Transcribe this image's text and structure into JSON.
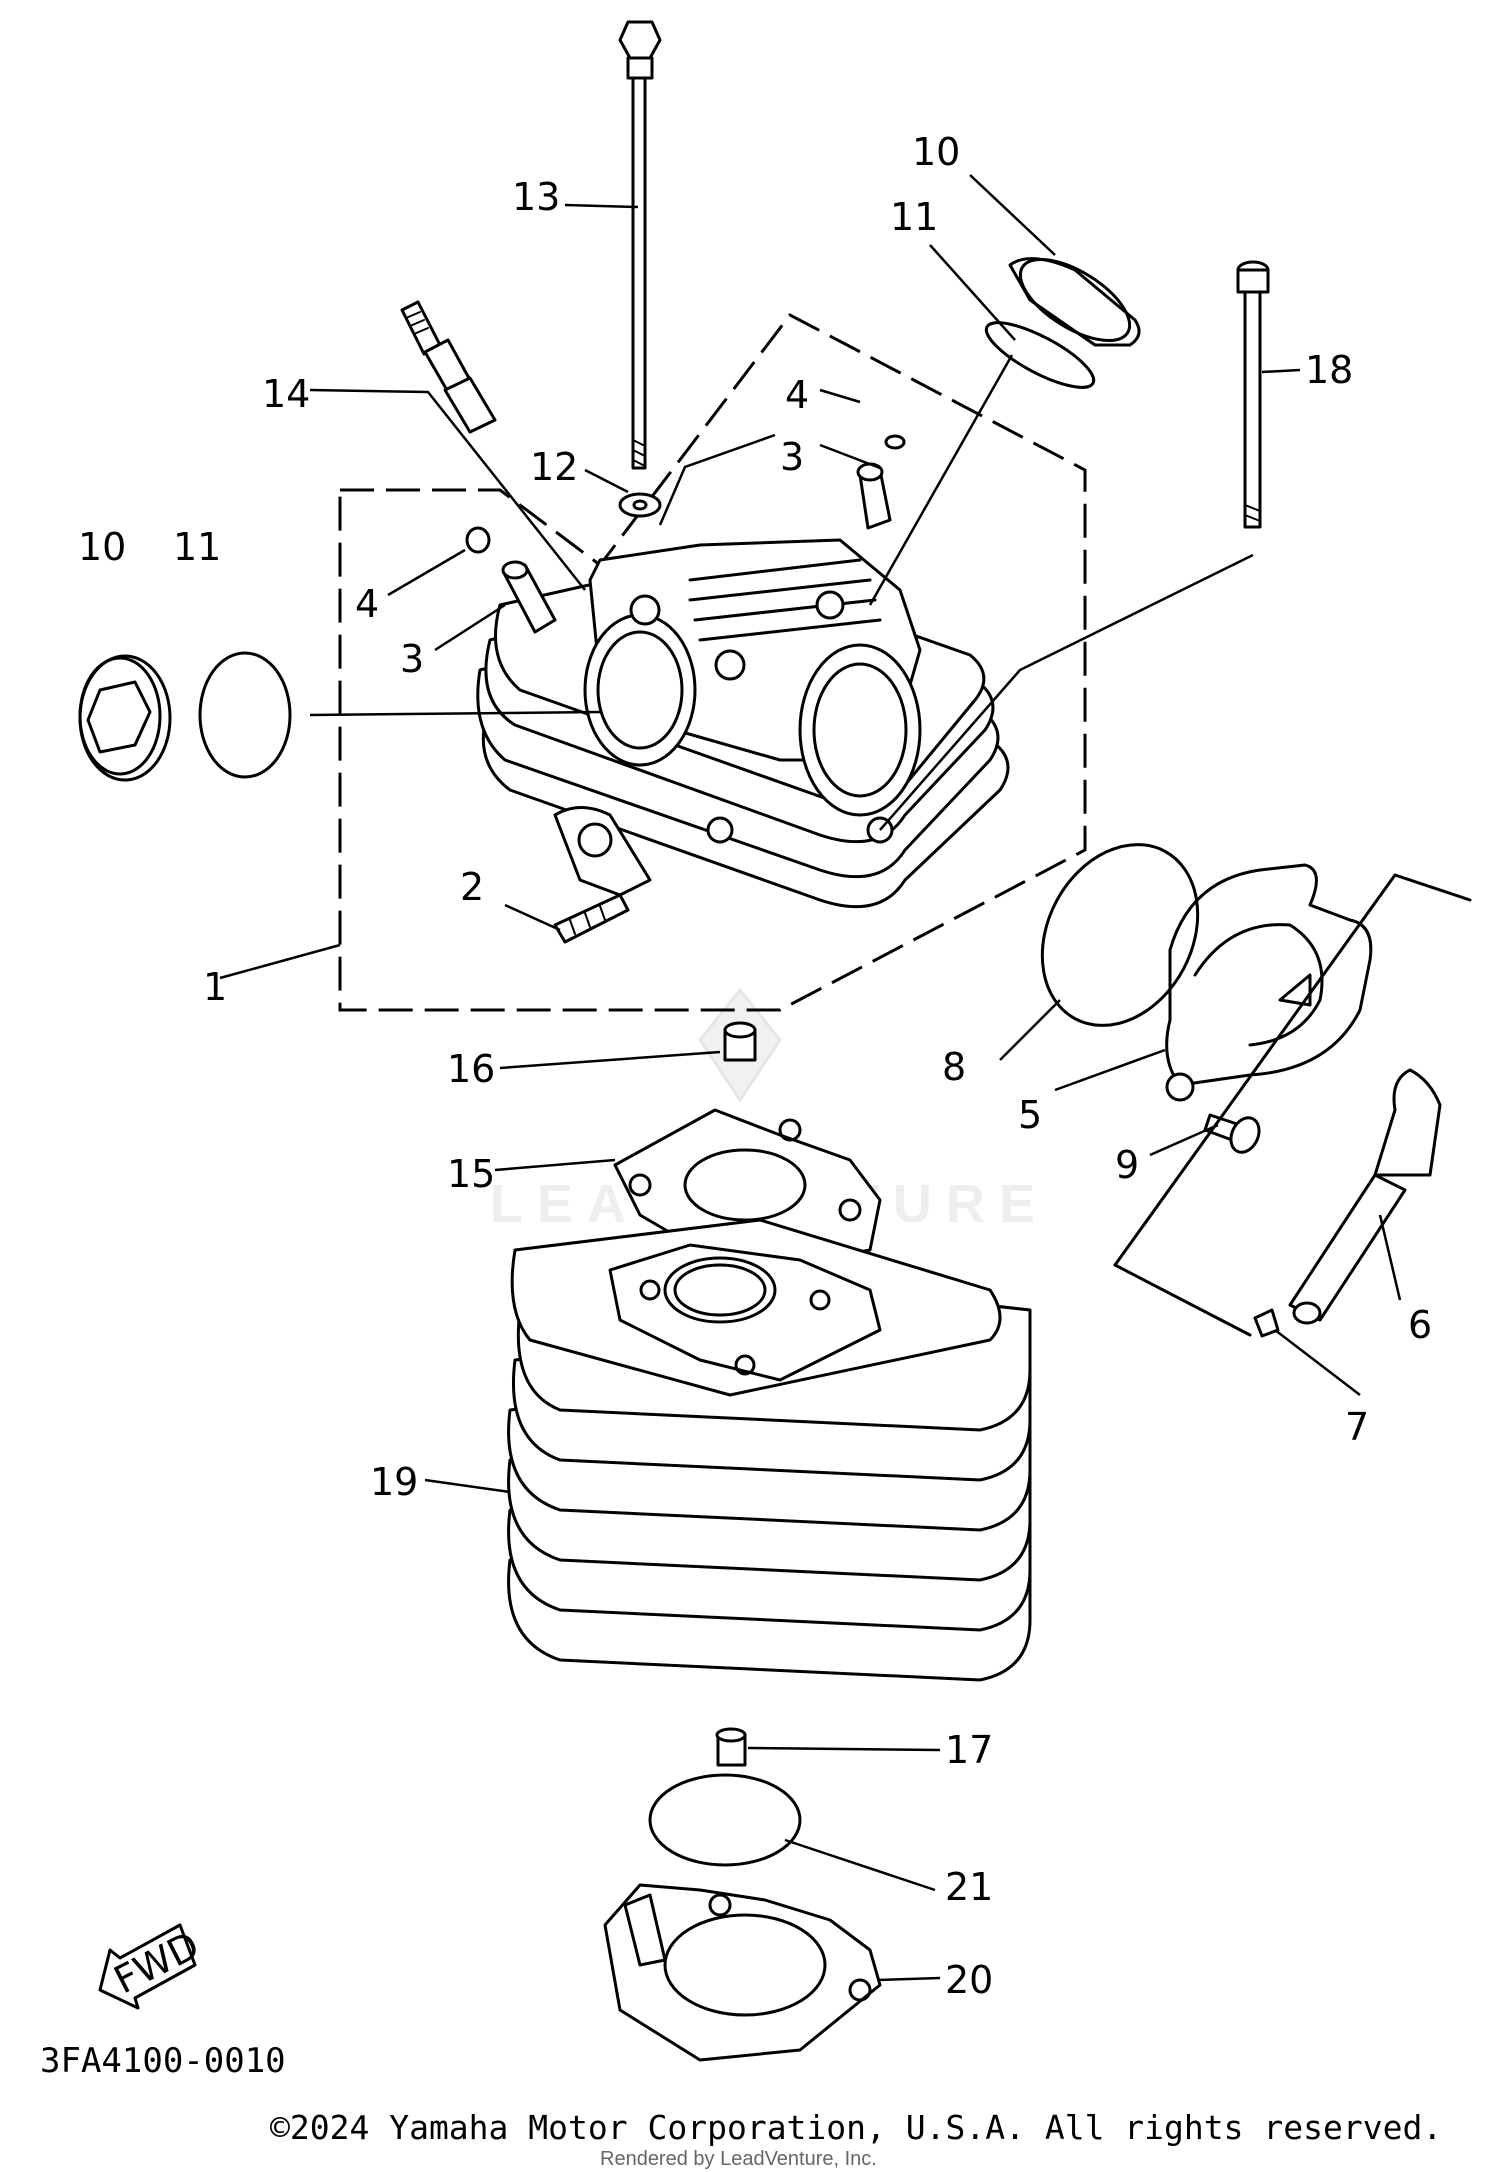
{
  "diagram": {
    "catalog_code": "3FA4100-0010",
    "fwd_label": "FWD",
    "watermark": "LEADVENTURE",
    "copyright": "©2024 Yamaha Motor Corporation, U.S.A. All rights reserved.",
    "rendered_by": "Rendered by LeadVenture, Inc.",
    "callouts": {
      "c1": "1",
      "c2": "2",
      "c3a": "3",
      "c3b": "3",
      "c4a": "4",
      "c4b": "4",
      "c5": "5",
      "c6": "6",
      "c7": "7",
      "c8": "8",
      "c9": "9",
      "c10a": "10",
      "c10b": "10",
      "c11a": "11",
      "c11b": "11",
      "c12": "12",
      "c13": "13",
      "c14": "14",
      "c15": "15",
      "c16": "16",
      "c17": "17",
      "c18": "18",
      "c19": "19",
      "c20": "20",
      "c21": "21"
    }
  }
}
